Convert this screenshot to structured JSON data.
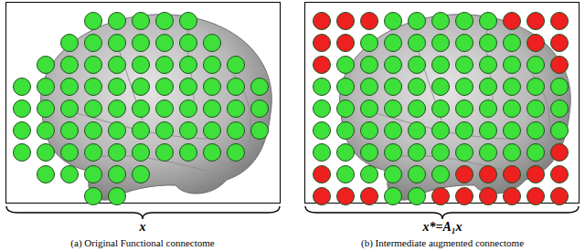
{
  "diagram": {
    "labels": [
      "x",
      "(a) Original Functional connectome",
      "x*=A₁x",
      "(b) Intermediate augmented connectome"
    ]
  }
}
